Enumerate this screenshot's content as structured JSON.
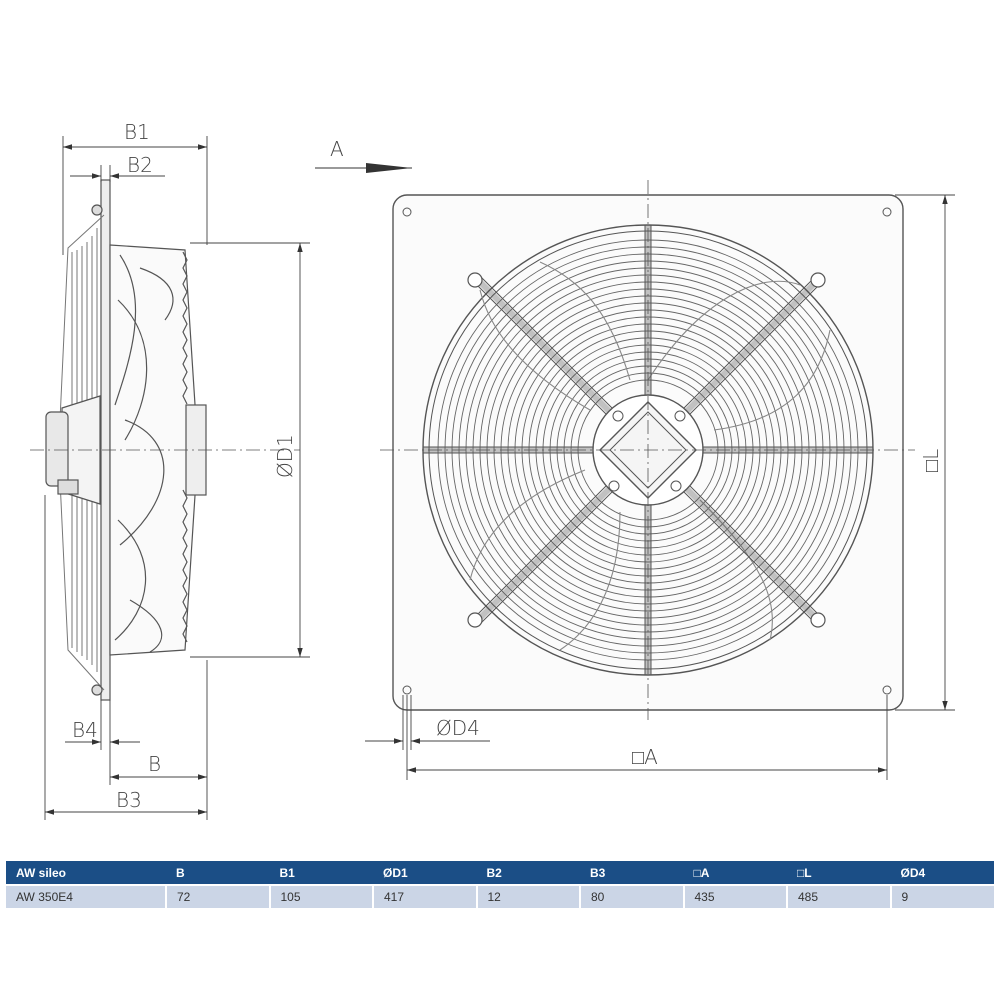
{
  "drawing": {
    "labels": {
      "b1": "B1",
      "b2": "B2",
      "b3": "B3",
      "b4": "B4",
      "b": "B",
      "d1": "ØD1",
      "d4": "ØD4",
      "a_view": "A",
      "sq_a": "□A",
      "sq_l": "□L"
    }
  },
  "table": {
    "headers": [
      "AW sileo",
      "B",
      "B1",
      "ØD1",
      "B2",
      "B3",
      "□A",
      "□L",
      "ØD4"
    ],
    "rows": [
      [
        "AW 350E4",
        "72",
        "105",
        "417",
        "12",
        "80",
        "435",
        "485",
        "9"
      ]
    ]
  },
  "colors": {
    "header_bg": "#1b4e86",
    "row_bg": "#cbd5e6",
    "line": "#555555"
  }
}
